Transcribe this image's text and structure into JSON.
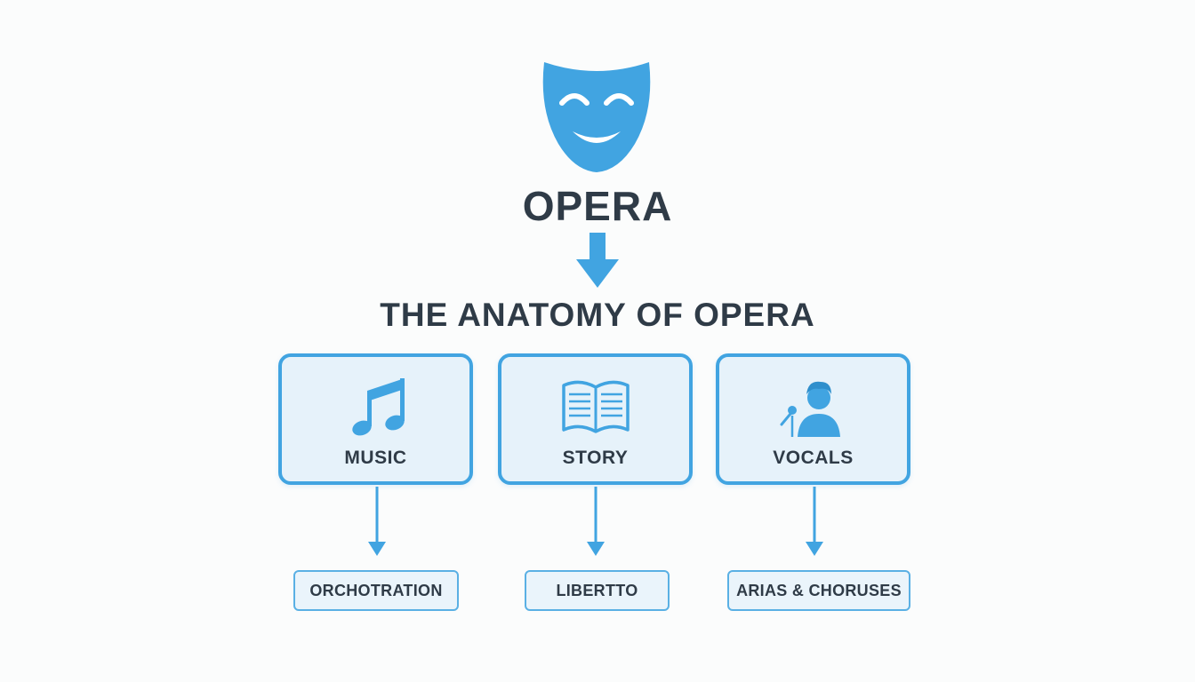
{
  "diagram": {
    "title": "OPERA",
    "subtitle": "THE ANATOMY OF OPERA",
    "icons": {
      "root": "theatre-mask-icon",
      "music": "music-note-icon",
      "story": "open-book-icon",
      "vocals": "singer-microphone-icon"
    },
    "categories": [
      {
        "label": "MUSIC",
        "child": "ORCHOTRATION"
      },
      {
        "label": "STORY",
        "child": "LIBERTTO"
      },
      {
        "label": "VOCALS",
        "child": "ARIAS & CHORUSES"
      }
    ],
    "colors": {
      "accent": "#41a4e1",
      "card_fill": "#e6f2fa",
      "text": "#2f3b47",
      "background": "#fbfcfc"
    }
  }
}
